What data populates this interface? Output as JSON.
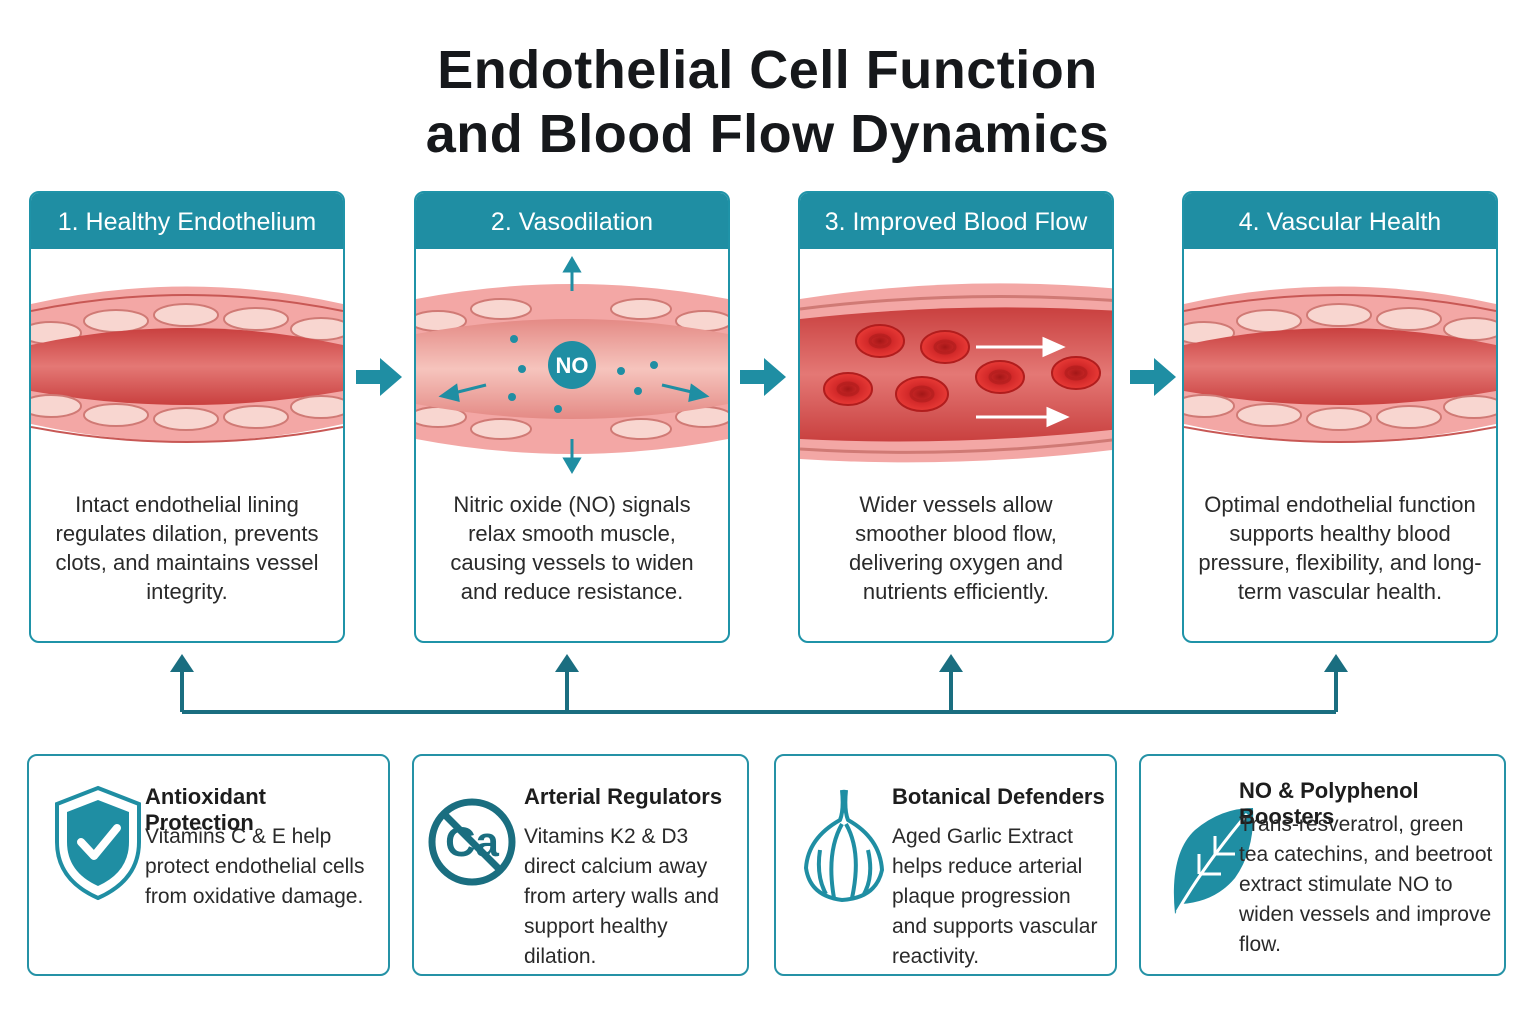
{
  "title": {
    "line1": "Endothelial Cell Function",
    "line2": "and Blood Flow Dynamics"
  },
  "stages": [
    {
      "heading": "1. Healthy Endothelium",
      "description": "Intact endothelial lining regulates dilation, prevents clots, and maintains vessel integrity."
    },
    {
      "heading": "2. Vasodilation",
      "description": "Nitric oxide (NO) signals relax smooth muscle, causing vessels to widen and reduce resistance.",
      "badge": "NO"
    },
    {
      "heading": "3. Improved Blood Flow",
      "description": "Wider vessels allow smoother blood flow, delivering oxygen and nutrients efficiently."
    },
    {
      "heading": "4. Vascular Health",
      "description": "Optimal endothelial function supports healthy blood pressure, flexibility, and long-term vascular health."
    }
  ],
  "supplements": [
    {
      "title": "Antioxidant Protection",
      "text": "Vitamins C & E help protect endothelial cells from oxidative damage.",
      "icon": "shield-check-icon"
    },
    {
      "title": "Arterial Regulators",
      "text": "Vitamins K2 & D3 direct calcium away from artery walls and support healthy dilation.",
      "icon": "no-calcium-icon",
      "icon_label": "Ca"
    },
    {
      "title": "Botanical Defenders",
      "text": "Aged Garlic Extract helps reduce arterial plaque progression and supports vascular reactivity.",
      "icon": "garlic-icon"
    },
    {
      "title": "NO & Polyphenol Boosters",
      "text": "Trans-resveratrol, green tea catechins, and beetroot extract stimulate NO to widen vessels and improve flow.",
      "icon": "leaf-icon"
    }
  ],
  "colors": {
    "teal": "#1f8ea3",
    "vessel_wall": "#f3a7a5",
    "vessel_lumen": "#d9524f",
    "blood_cell": "#d42a2a"
  }
}
